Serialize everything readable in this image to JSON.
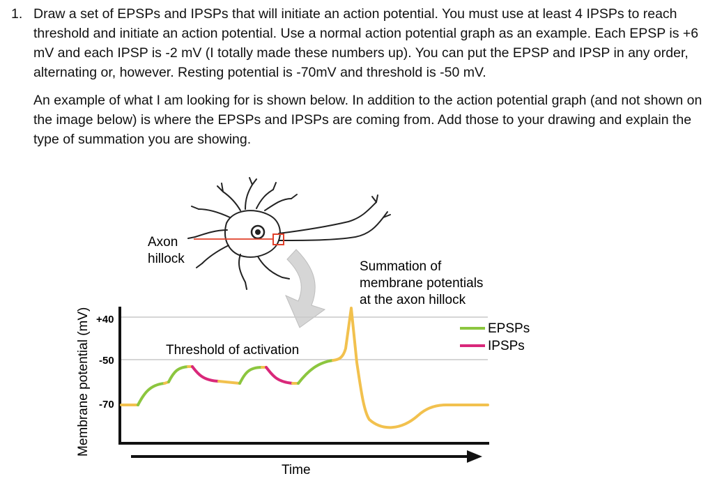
{
  "question": {
    "number": "1.",
    "paragraph1": "Draw a set of EPSPs and IPSPs that will initiate an action potential. You must use at least 4 IPSPs to reach threshold and initiate an action potential. Use a normal action potential graph as an example. Each EPSP is +6 mV and each IPSP is -2 mV (I totally made these numbers up). You can put the EPSP and IPSP in any order, alternating or, however. Resting potential is -70mV and threshold is -50 mV.",
    "paragraph2": "An example of what I am looking for is shown below. In addition to the action potential graph (and not shown on the image below) is where the EPSPs and IPSPs are coming from. Add those to your drawing and explain the type of summation you are showing."
  },
  "figure": {
    "axon_label_line1": "Axon",
    "axon_label_line2": "hillock",
    "summation_line1": "Summation of",
    "summation_line2": "membrane potentials",
    "summation_line3": "at the axon hillock",
    "threshold_label": "Threshold of activation",
    "y_axis_label": "Membrane potential (mV)",
    "x_axis_label": "Time",
    "tick_plus40": "+40",
    "tick_minus50": "-50",
    "tick_minus70": "-70",
    "legend_epsp": "EPSPs",
    "legend_ipsp": "IPSPs",
    "colors": {
      "epsp": "#8cc63f",
      "ipsp": "#d9287a",
      "trace": "#f2c14e",
      "axon_line": "#e0402a",
      "grid": "#c8c8c8",
      "arrow": "#cfcfcf"
    }
  }
}
